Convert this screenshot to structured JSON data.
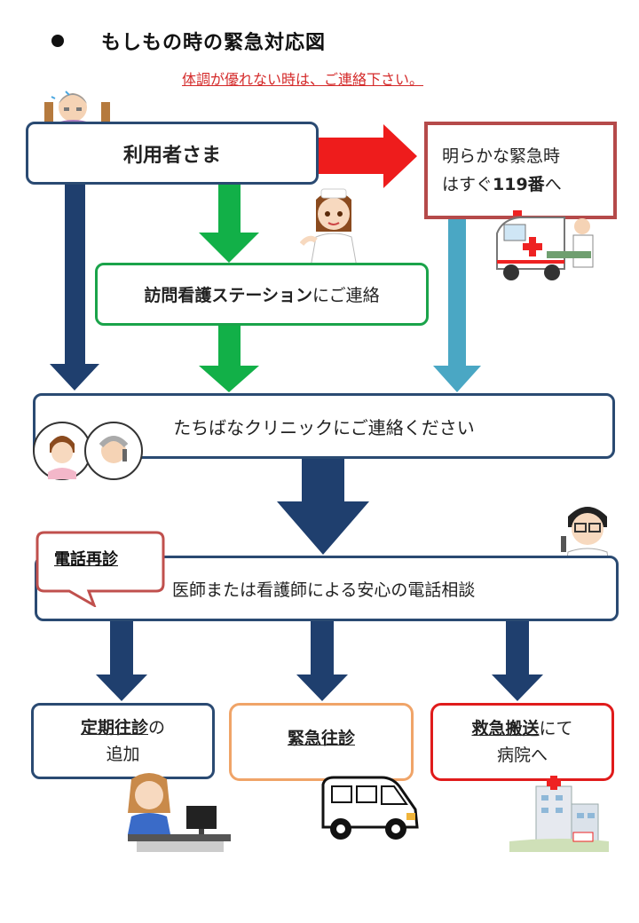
{
  "title": "もしもの時の緊急対応図",
  "subtitle": "体調が優れない時は、ご連絡下さい。",
  "user_box": "利用者さま",
  "emergency_box": {
    "line1": "明らかな緊急時",
    "line2_pre": "はすぐ",
    "line2_bold": "119番",
    "line2_post": "へ"
  },
  "nursing_box": {
    "bold": "訪問看護ステーション",
    "rest": "にご連絡"
  },
  "clinic_box": "たちばなクリニックにご連絡ください",
  "phone_bubble": "電話再診",
  "consult_text": "医師または看護師による安心の電話相談",
  "outcomes": [
    {
      "bold": "定期往診",
      "rest": "の",
      "line2": "追加"
    },
    {
      "bold": "緊急往診"
    },
    {
      "bold": "救急搬送",
      "rest": "にて",
      "line2": "病院へ"
    }
  ],
  "colors": {
    "navy": "#1f3f6e",
    "green": "#12b048",
    "red": "#ee1c1c",
    "lightblue": "#4aa7c4"
  }
}
